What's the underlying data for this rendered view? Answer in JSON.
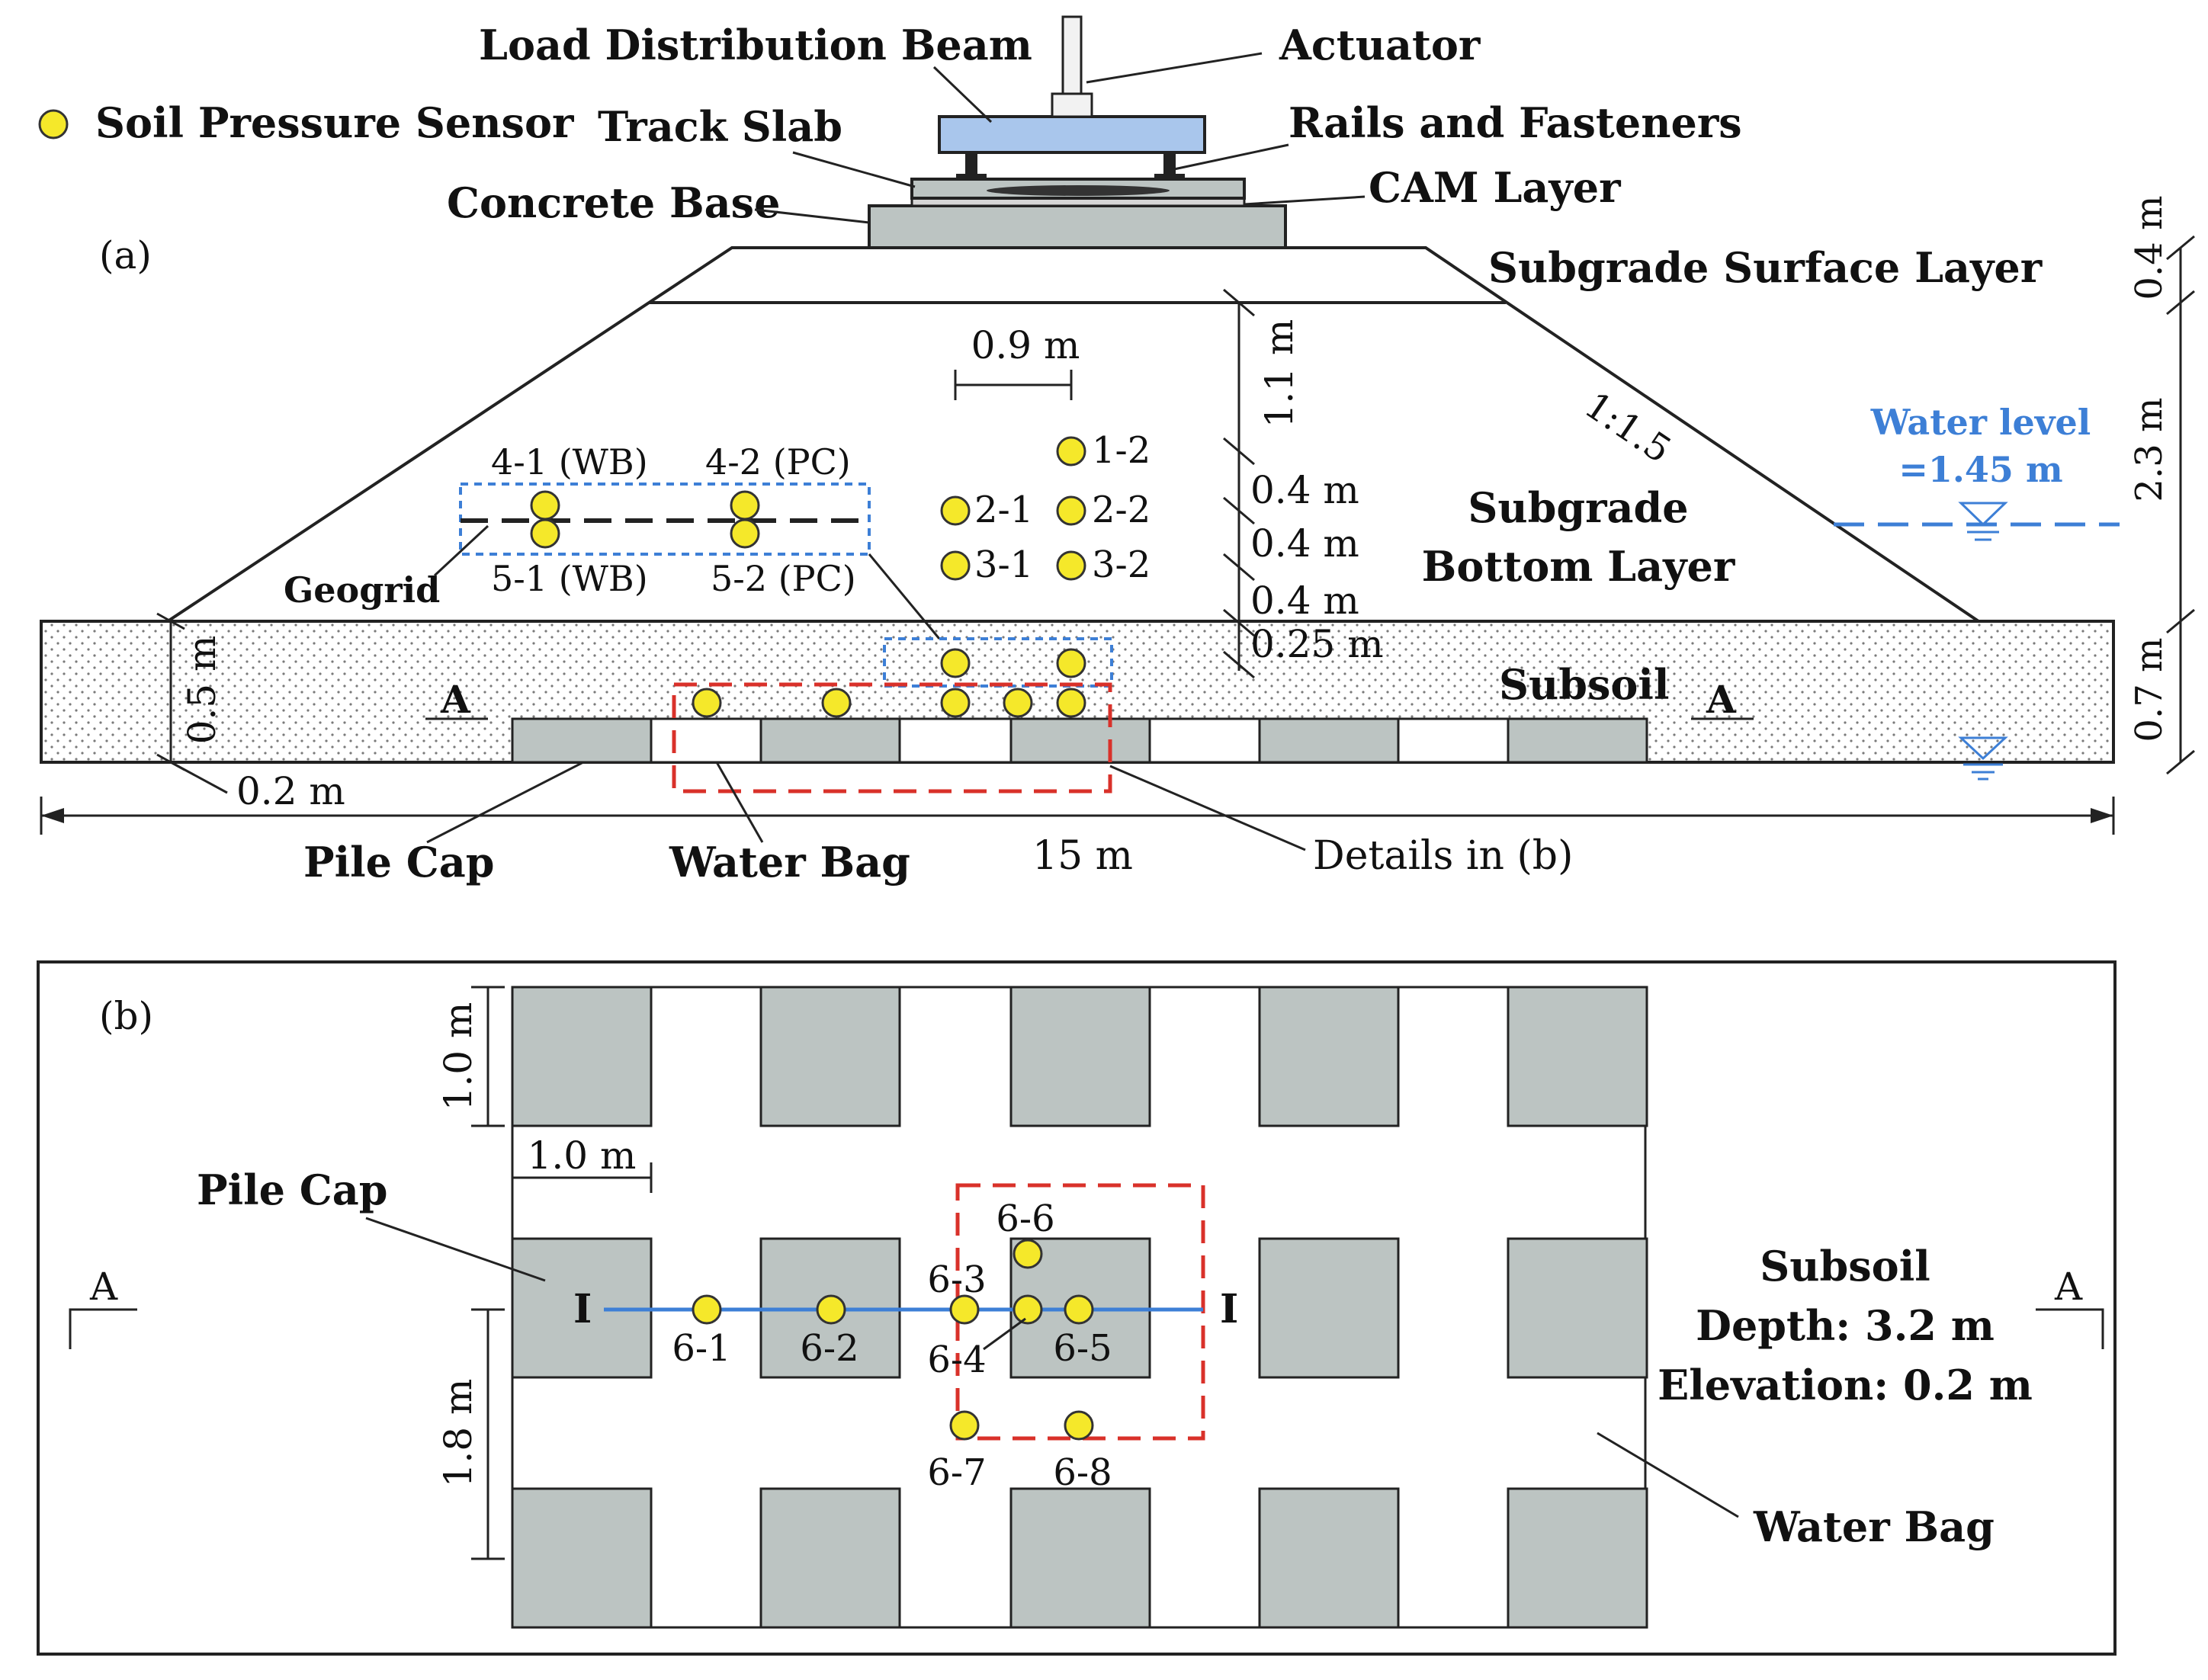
{
  "legend": {
    "label": "Soil Pressure Sensor"
  },
  "panel_a": {
    "tag": "(a)",
    "labels": {
      "load_beam": "Load Distribution Beam",
      "actuator": "Actuator",
      "track_slab": "Track Slab",
      "rails": "Rails and Fasteners",
      "concrete_base": "Concrete Base",
      "cam_layer": "CAM Layer",
      "surface_layer": "Subgrade Surface Layer",
      "bottom_layer_1": "Subgrade",
      "bottom_layer_2": "Bottom Layer",
      "geogrid": "Geogrid",
      "subsoil": "Subsoil",
      "pile_cap": "Pile Cap",
      "water_bag": "Water Bag",
      "details": "Details in  (b)",
      "water_level_1": "Water level",
      "water_level_2": "=1.45 m",
      "slope": "1:1.5",
      "section_a": "A"
    },
    "dimensions": {
      "d_0_9": "0.9 m",
      "d_1_1": "1.1 m",
      "d_0_4a": "0.4 m",
      "d_0_4b": "0.4 m",
      "d_0_4c": "0.4 m",
      "d_0_25": "0.25 m",
      "d_0_5": "0.5 m",
      "d_0_2": "0.2 m",
      "d_15": "15 m",
      "right_0_4": "0.4 m",
      "right_2_3": "2.3 m",
      "right_0_7": "0.7 m"
    },
    "sensors": {
      "s4_1": "4-1 (WB)",
      "s4_2": "4-2 (PC)",
      "s5_1": "5-1 (WB)",
      "s5_2": "5-2 (PC)",
      "s1_2": "1-2",
      "s2_1": "2-1",
      "s2_2": "2-2",
      "s3_1": "3-1",
      "s3_2": "3-2"
    }
  },
  "panel_b": {
    "tag": "(b)",
    "labels": {
      "pile_cap": "Pile Cap",
      "subsoil": "Subsoil",
      "depth": "Depth: 3.2 m",
      "elevation": "Elevation: 0.2 m",
      "water_bag": "Water Bag",
      "section_a": "A",
      "section_i": "I"
    },
    "dimensions": {
      "d_1_0_v": "1.0 m",
      "d_1_0_h": "1.0 m",
      "d_1_8": "1.8 m"
    },
    "sensors": {
      "s6_1": "6-1",
      "s6_2": "6-2",
      "s6_3": "6-3",
      "s6_4": "6-4",
      "s6_5": "6-5",
      "s6_6": "6-6",
      "s6_7": "6-7",
      "s6_8": "6-8"
    }
  },
  "colors": {
    "sensor_fill": "#f5e82a",
    "pile_cap": "#bcc4c2",
    "beam": "#a9c6ec",
    "water_level": "#3d7fd6",
    "red_dashed": "#d9312a",
    "blue_dashed": "#3d7fd6",
    "section_line": "#3d7fd6"
  }
}
